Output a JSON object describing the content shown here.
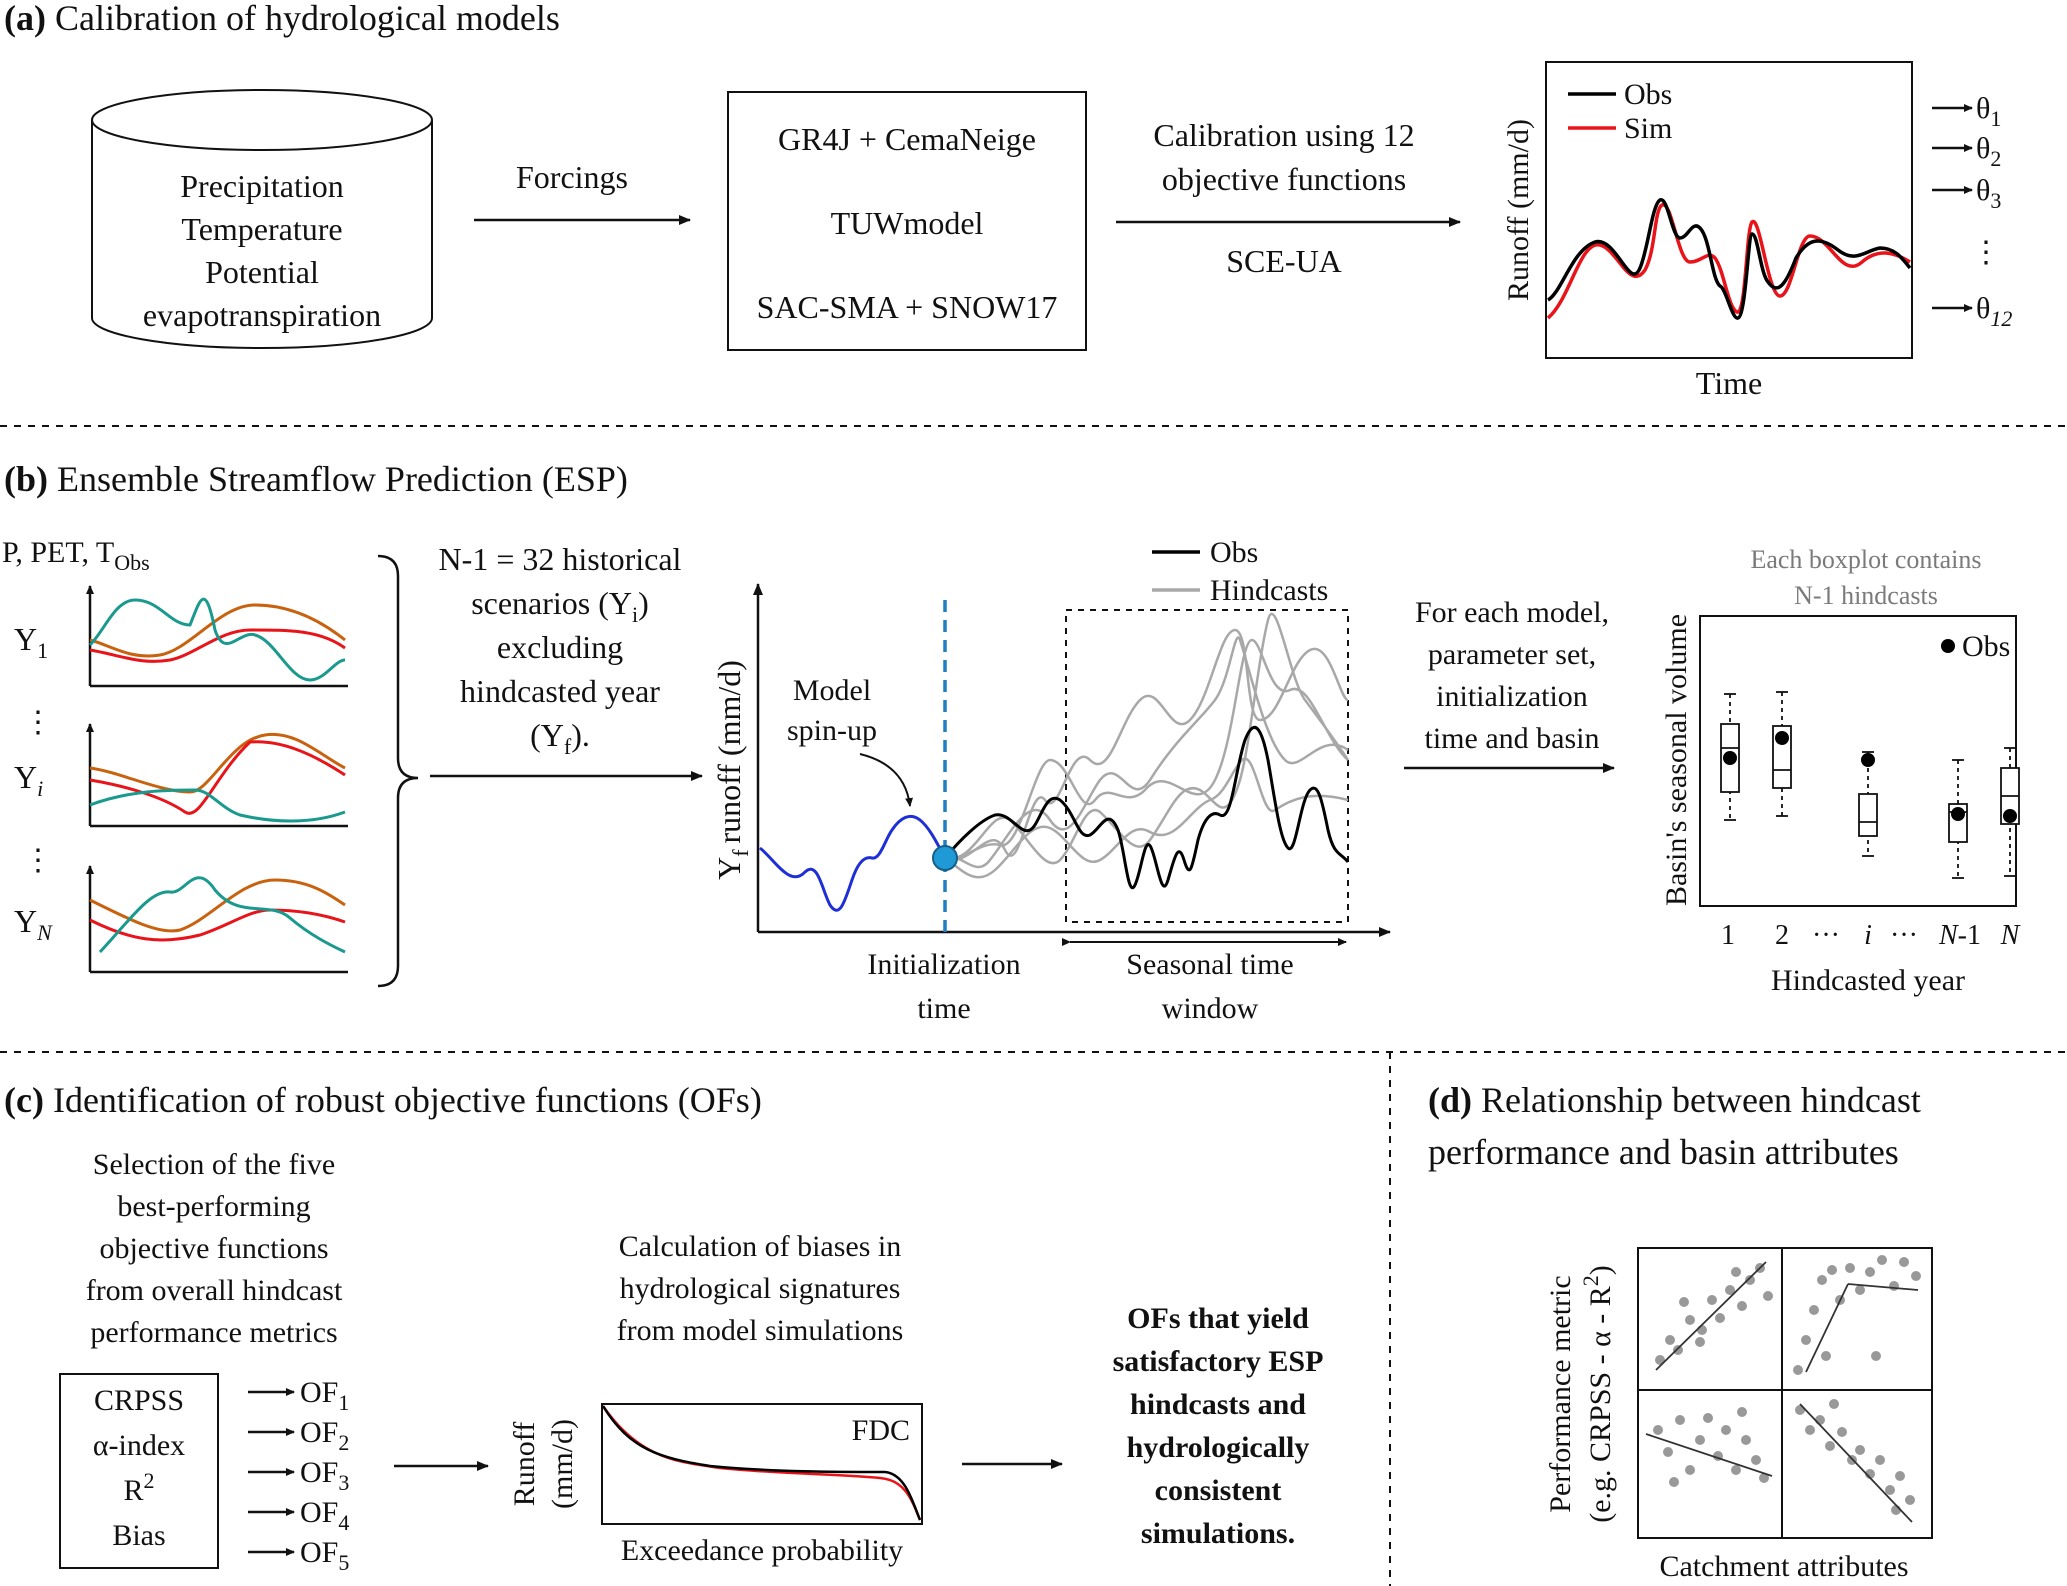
{
  "panel_a": {
    "letter": "(a)",
    "title": "Calibration of hydrological models",
    "inputs": [
      "Precipitation",
      "Temperature",
      "Potential",
      "evapotranspiration"
    ],
    "arrow1_label": "Forcings",
    "models": [
      "GR4J + CemaNeige",
      "TUWmodel",
      "SAC-SMA + SNOW17"
    ],
    "calib_line1": "Calibration using 12",
    "calib_line2": "objective functions",
    "algorithm": "SCE-UA",
    "legend_obs": "Obs",
    "legend_sim": "Sim",
    "ylabel": "Runoff (mm/d)",
    "xlabel": "Time",
    "theta": "θ",
    "theta_subs": [
      "1",
      "2",
      "3",
      "12"
    ],
    "ellipsis": "⋮"
  },
  "panel_b": {
    "letter": "(b)",
    "title": "Ensemble Streamflow Prediction (ESP)",
    "vars_label": "P, PET, T",
    "vars_sub": "Obs",
    "year_labels": [
      "Y",
      "Y",
      "Y"
    ],
    "year_subs": [
      "1",
      "i",
      "N"
    ],
    "ellipsis": "⋮",
    "scen_line1": "N-1 = 32 historical",
    "scen_line2": "scenarios (Y",
    "scen_line2_sub": "i",
    "scen_line2_end": ")",
    "scen_line3": "excluding",
    "scen_line4": "hindcasted year",
    "scen_line5": "(Y",
    "scen_line5_sub": "f",
    "scen_line5_end": ").",
    "legend_obs": "Obs",
    "legend_hind": "Hindcasts",
    "spinup_line1": "Model",
    "spinup_line2": "spin-up",
    "ylabel_main": "Y",
    "ylabel_sub": "f",
    "ylabel_rest": "runoff (mm/d)",
    "init_line1": "Initialization",
    "init_line2": "time",
    "season_line1": "Seasonal time",
    "season_line2": "window",
    "foreach_lines": [
      "For each model,",
      "parameter set,",
      "initialization",
      "time and basin"
    ],
    "boxplot_note1": "Each boxplot contains",
    "boxplot_note2": "N-1 hindcasts",
    "box_legend": "Obs",
    "box_ylabel": "Basin's seasonal volume",
    "box_xlabel": "Hindcasted year",
    "box_ticks": [
      "1",
      "2",
      "···",
      "i",
      "···",
      "N",
      "-1",
      "N"
    ]
  },
  "panel_c": {
    "letter": "(c)",
    "title": "Identification of robust objective functions (OFs)",
    "selection_lines": [
      "Selection of the five",
      "best-performing",
      "objective functions",
      "from overall hindcast",
      "performance metrics"
    ],
    "metrics": [
      "CRPSS",
      "α-index",
      "R",
      "Bias"
    ],
    "r2_sup": "2",
    "of_label": "OF",
    "of_subs": [
      "1",
      "2",
      "3",
      "4",
      "5"
    ],
    "bias_lines": [
      "Calculation of biases in",
      "hydrological signatures",
      "from model simulations"
    ],
    "fdc_label": "FDC",
    "fdc_ylabel1": "Runoff",
    "fdc_ylabel2": "(mm/d)",
    "fdc_xlabel": "Exceedance probability",
    "result_lines": [
      "OFs that yield",
      "satisfactory ESP",
      "hindcasts and",
      "hydrologically",
      "consistent",
      "simulations."
    ]
  },
  "panel_d": {
    "letter": "(d)",
    "title_line1": "Relationship between hindcast",
    "title_line2": "performance and basin attributes",
    "ylabel1": "Performance metric",
    "ylabel2": "(e.g. CRPSS - α - R",
    "ylabel2_sup": "2",
    "ylabel2_end": ")",
    "xlabel": "Catchment attributes"
  },
  "colors": {
    "obs": "#000000",
    "sim": "#e8141a",
    "spinup": "#1f2fd6",
    "init_line": "#1f7fc1",
    "hindcast": "#a8a8a8",
    "series_orange": "#c8620e",
    "series_red": "#e8141a",
    "series_teal": "#1a9a8e",
    "scatter_points": "#999999"
  }
}
